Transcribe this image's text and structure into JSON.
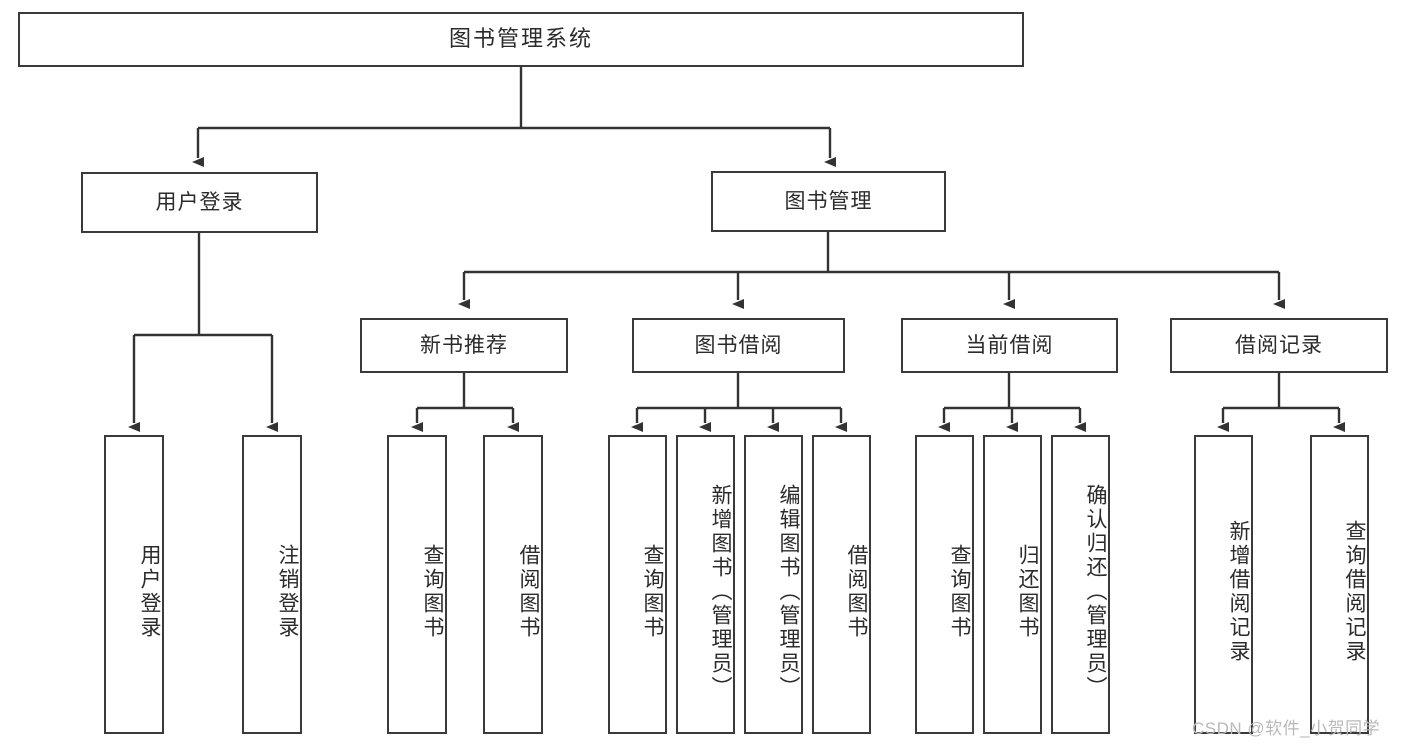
{
  "diagram": {
    "title_node": {
      "label": "图书管理系统"
    },
    "level1": [
      {
        "id": "user-login",
        "label": "用户登录"
      },
      {
        "id": "book-management",
        "label": "图书管理"
      }
    ],
    "level2": [
      {
        "id": "new-book-recommend",
        "label": "新书推荐"
      },
      {
        "id": "book-borrow",
        "label": "图书借阅"
      },
      {
        "id": "current-borrow",
        "label": "当前借阅"
      },
      {
        "id": "borrow-record",
        "label": "借阅记录"
      }
    ],
    "leaves": [
      {
        "id": "leaf-user-login",
        "label": "用户登录",
        "parent": "用户登录"
      },
      {
        "id": "leaf-logout-login",
        "label": "注销登录",
        "parent": "用户登录"
      },
      {
        "id": "leaf-query-book-1",
        "label": "查询图书",
        "parent": "新书推荐"
      },
      {
        "id": "leaf-borrow-book-1",
        "label": "借阅图书",
        "parent": "新书推荐"
      },
      {
        "id": "leaf-query-book-2",
        "label": "查询图书",
        "parent": "图书借阅"
      },
      {
        "id": "leaf-add-book",
        "label": "新增图书（管理员）",
        "parent": "图书借阅"
      },
      {
        "id": "leaf-edit-book",
        "label": "编辑图书（管理员）",
        "parent": "图书借阅"
      },
      {
        "id": "leaf-borrow-book-2",
        "label": "借阅图书",
        "parent": "图书借阅"
      },
      {
        "id": "leaf-query-book-3",
        "label": "查询图书",
        "parent": "当前借阅"
      },
      {
        "id": "leaf-return-book",
        "label": "归还图书",
        "parent": "当前借阅"
      },
      {
        "id": "leaf-confirm-return",
        "label": "确认归还（管理员）",
        "parent": "当前借阅"
      },
      {
        "id": "leaf-add-record",
        "label": "新增借阅记录",
        "parent": "借阅记录"
      },
      {
        "id": "leaf-query-record",
        "label": "查询借阅记录",
        "parent": "借阅记录"
      }
    ],
    "watermark": "CSDN @软件_小贺同学",
    "colors": {
      "border": "#3a3a3a",
      "text": "#2b2b2b",
      "background": "#ffffff",
      "edge": "#333333",
      "watermark": "#b9b9b9"
    }
  }
}
